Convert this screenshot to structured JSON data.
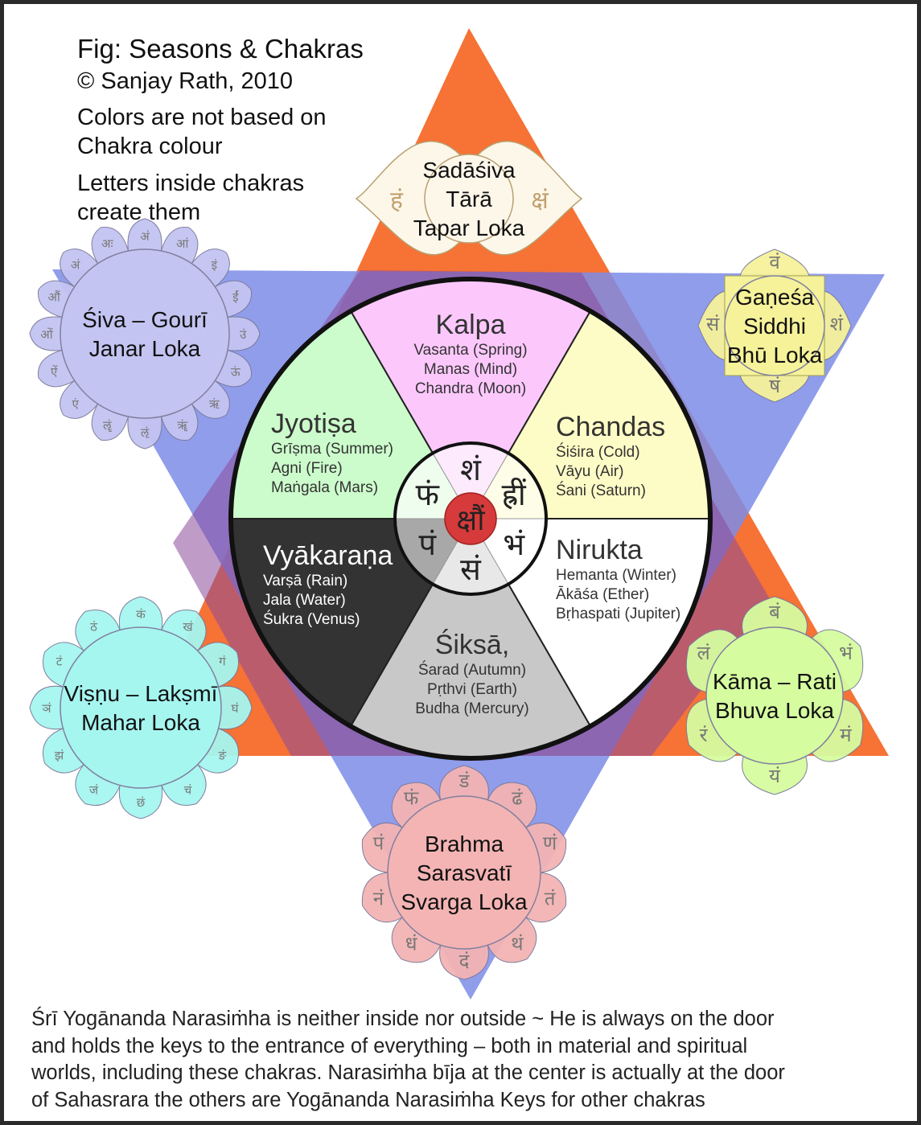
{
  "header": {
    "title": "Fig: Seasons & Chakras",
    "copyright": "© Sanjay Rath, 2010",
    "note1": [
      "Colors are not based on",
      "Chakra colour"
    ],
    "note2": [
      "Letters inside chakras",
      "create them"
    ]
  },
  "colors": {
    "up_triangle": "#f56a2a",
    "down_triangle": "#7d8ce8",
    "overlap": "#8a4a9a",
    "center_bija": "#d63a3a"
  },
  "wheel": {
    "segments": [
      {
        "name": "Kalpa",
        "lines": [
          "Vasanta (Spring)",
          "Manas (Mind)",
          "Chandra (Moon)"
        ],
        "color": "#fcc8fc",
        "dark": false
      },
      {
        "name": "Chandas",
        "lines": [
          "Śiśira (Cold)",
          "Vāyu (Air)",
          "Śani (Saturn)"
        ],
        "color": "#fefcc6",
        "dark": false
      },
      {
        "name": "Nirukta",
        "lines": [
          "Hemanta (Winter)",
          "Ākāśa (Ether)",
          "Bṛhaspati (Jupiter)"
        ],
        "color": "#ffffff",
        "dark": false
      },
      {
        "name": "Śiksā,",
        "lines": [
          "Śarad (Autumn)",
          "Pṛthvi (Earth)",
          "Budha (Mercury)"
        ],
        "color": "#c8c8c8",
        "dark": false
      },
      {
        "name": "Vyākaraṇa",
        "lines": [
          "Varṣā (Rain)",
          "Jala (Water)",
          "Śukra (Venus)"
        ],
        "color": "#333333",
        "dark": true
      },
      {
        "name": "Jyotiṣa",
        "lines": [
          "Grīṣma (Summer)",
          "Agni (Fire)",
          "Maṅgala (Mars)"
        ],
        "color": "#ccfccc",
        "dark": false
      }
    ],
    "bija": [
      "शं",
      "ह्रीं",
      "भं",
      "सं",
      "पं",
      "फं"
    ],
    "center_bija": "क्षौं"
  },
  "chakras": [
    {
      "id": "sahasrara",
      "lines": [
        "Sadāśiva",
        "Tārā",
        "Tapar Loka"
      ],
      "fill": "#fdf7ea",
      "petals": 2,
      "letters": [
        "हं",
        "क्षं"
      ]
    },
    {
      "id": "ganesa",
      "lines": [
        "Gaṇeśa",
        "Siddhi",
        "Bhū Loka"
      ],
      "fill": "#f6f29a",
      "petals": 4,
      "letters": [
        "वं",
        "शं",
        "षं",
        "सं"
      ]
    },
    {
      "id": "siva",
      "lines": [
        "Śiva – Gourī",
        "Janar Loka"
      ],
      "fill": "#c4c4f2",
      "petals": 16,
      "letters": [
        "अं",
        "आं",
        "इं",
        "ईं",
        "उं",
        "ऊं",
        "ऋं",
        "ॠं",
        "ऌं",
        "ॡं",
        "एं",
        "ऐं",
        "ओं",
        "औं",
        "अं",
        "अः"
      ]
    },
    {
      "id": "visnu",
      "lines": [
        "Viṣṇu – Lakṣmī",
        "Mahar Loka"
      ],
      "fill": "#a6f6f0",
      "petals": 12,
      "letters": [
        "कं",
        "खं",
        "गं",
        "घं",
        "ङं",
        "चं",
        "छं",
        "जं",
        "झं",
        "ञं",
        "टं",
        "ठं"
      ]
    },
    {
      "id": "brahma",
      "lines": [
        "Brahma",
        "Sarasvatī",
        "Svarga Loka"
      ],
      "fill": "#f4b4b4",
      "petals": 10,
      "letters": [
        "डं",
        "ढं",
        "णं",
        "तं",
        "थं",
        "दं",
        "धं",
        "नं",
        "पं",
        "फं"
      ]
    },
    {
      "id": "kama",
      "lines": [
        "Kāma – Rati",
        "Bhuva Loka"
      ],
      "fill": "#d6fca0",
      "petals": 6,
      "letters": [
        "बं",
        "भं",
        "मं",
        "यं",
        "रं",
        "लं"
      ]
    }
  ],
  "caption": [
    "Śrī Yogānanda Narasiṁha is neither inside nor outside ~ He is always on the door",
    "and holds the keys to the entrance of everything – both in material and spiritual",
    "worlds, including these chakras. Narasiṁha bīja at the center is actually at the door",
    "of Sahasrara the others are Yogānanda Narasiṁha Keys for other chakras"
  ]
}
